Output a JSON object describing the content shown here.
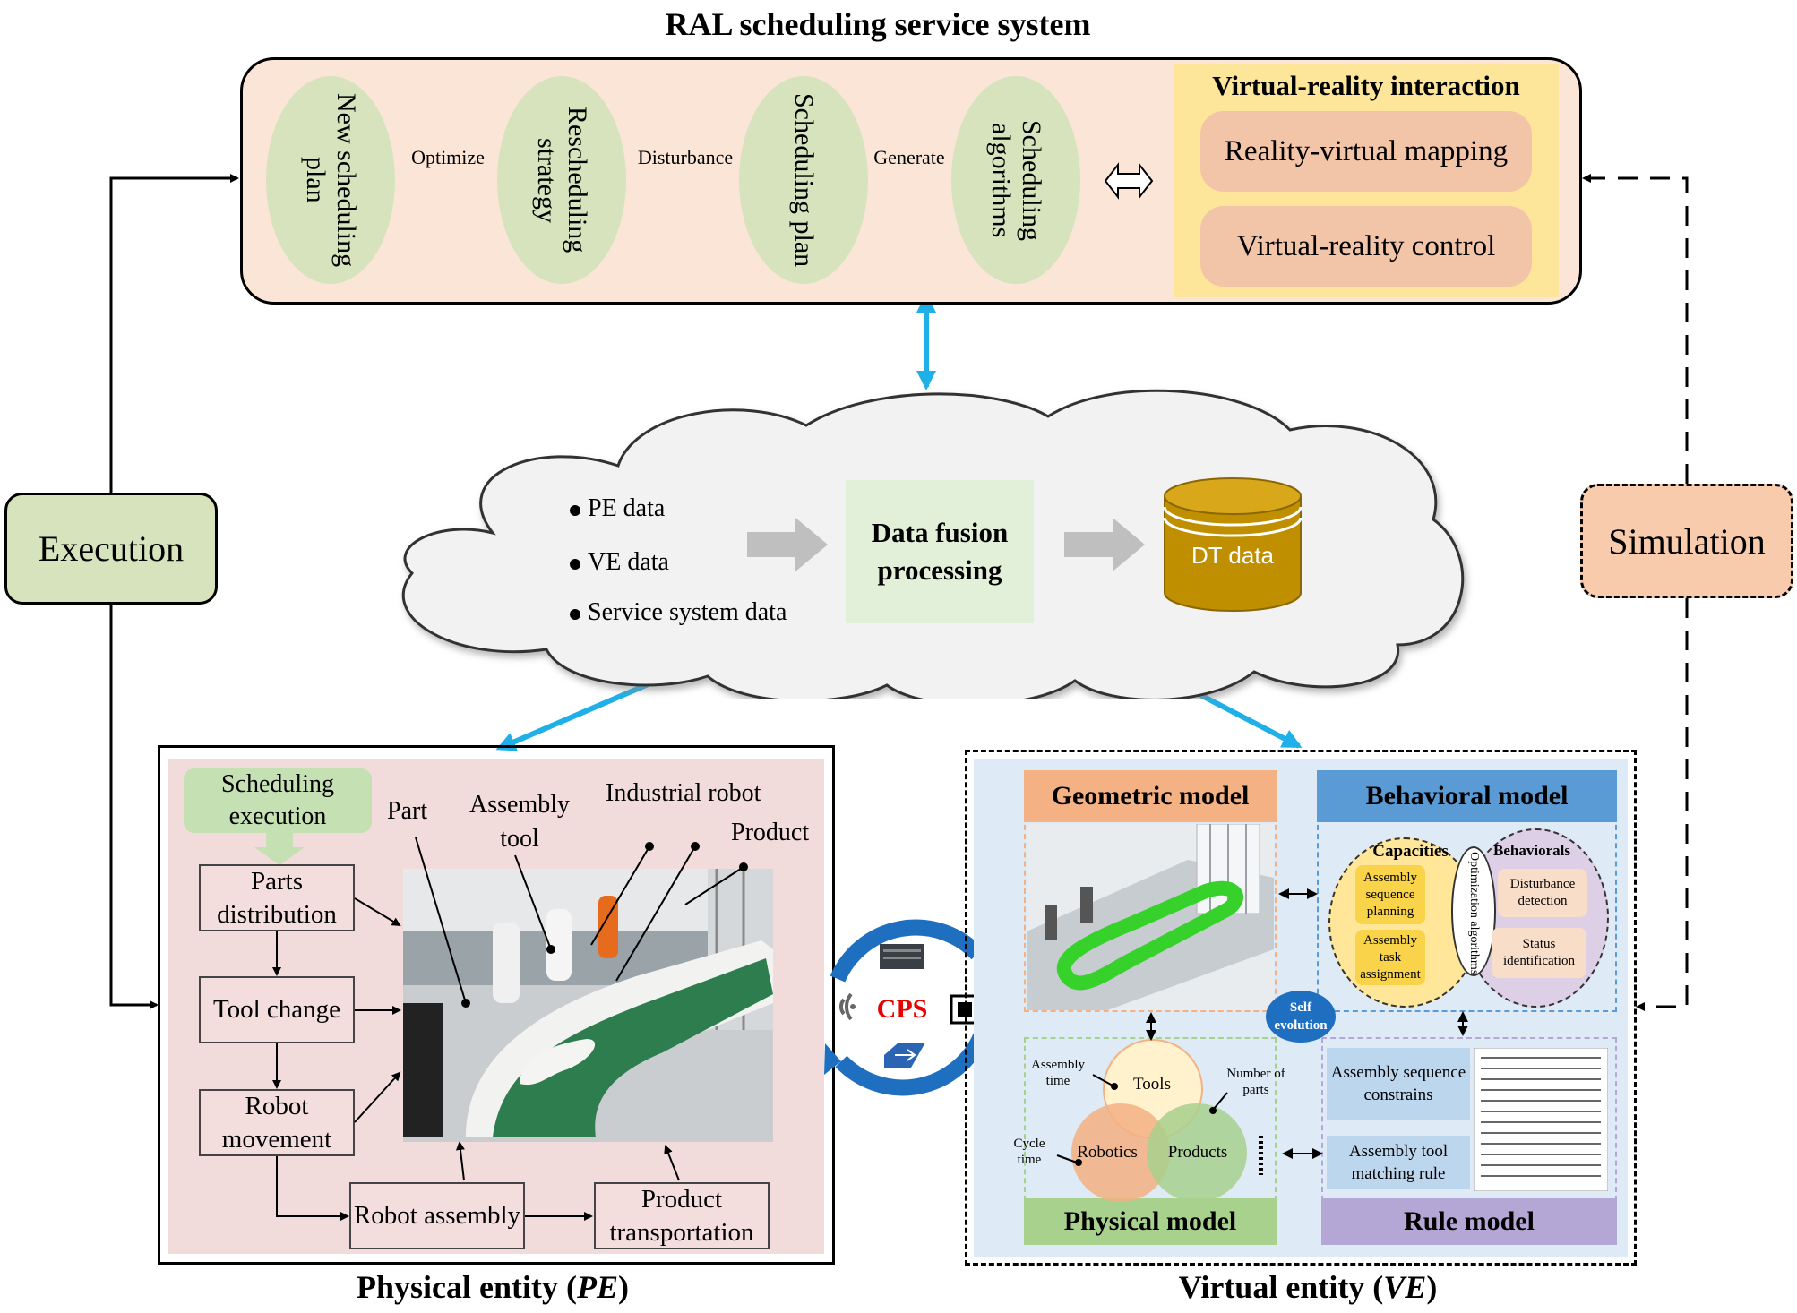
{
  "title": "RAL scheduling service system",
  "top": {
    "nodes": [
      "Scheduling algorithms",
      "Scheduling plan",
      "Rescheduling strategy",
      "New scheduling plan"
    ],
    "arrows": [
      "Generate",
      "Disturbance",
      "Optimize"
    ],
    "vr": {
      "title": "Virtual-reality interaction",
      "mapping": "Reality-virtual mapping",
      "control": "Virtual-reality control"
    }
  },
  "sides": {
    "execution": "Execution",
    "simulation": "Simulation"
  },
  "cloud": {
    "items": [
      "PE data",
      "VE data",
      "Service system data"
    ],
    "fusion": "Data fusion processing",
    "dt": "DT data"
  },
  "pe": {
    "caption": "Physical entity (PE)",
    "caption_main": "Physical entity (",
    "caption_em": "PE",
    "caption_end": ")",
    "sched": "Scheduling execution",
    "flow": [
      "Parts distribution",
      "Tool change",
      "Robot movement",
      "Robot assembly",
      "Product transportation"
    ],
    "labels": {
      "part": "Part",
      "tool": "Assembly tool",
      "robot": "Industrial robot",
      "product": "Product"
    }
  },
  "cps": "CPS",
  "ve": {
    "caption_main": "Virtual entity (",
    "caption_em": "VE",
    "caption_end": ")",
    "geometric": "Geometric model",
    "behavioral": "Behavioral model",
    "physical": "Physical model",
    "rule": "Rule model",
    "capacities": "Capacities",
    "behaviorals": "Behaviorals",
    "optimization": "Optimization algorithms",
    "cap_items": [
      "Assembly sequence planning",
      "Assembly task assignment"
    ],
    "beh_items": [
      "Disturbance detection",
      "Status identification"
    ],
    "self_evolution": "Self evolution",
    "venn": {
      "tools": "Tools",
      "robotics": "Robotics",
      "products": "Products"
    },
    "venn_labels": {
      "assembly_time": "Assembly time",
      "cycle_time": "Cycle time",
      "number_parts": "Number of parts"
    },
    "rules": [
      "Assembly sequence constrains",
      "Assembly tool matching rule"
    ]
  },
  "colors": {
    "accent_blue": "#1fb0e8",
    "topbox": "#fbe5d6",
    "green": "#d6e3bd",
    "orange": "#f8cbad"
  }
}
